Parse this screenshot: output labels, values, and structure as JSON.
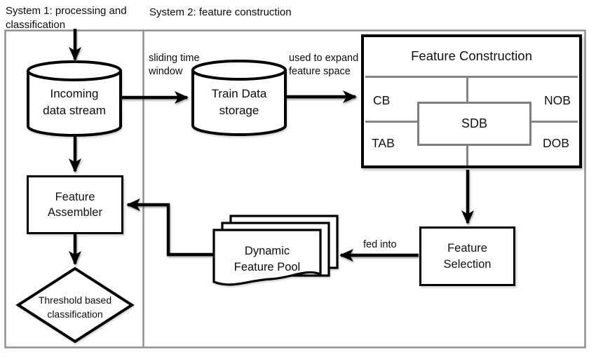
{
  "system_labels": {
    "system1": "System 1: processing and classification",
    "system2": "System 2: feature construction"
  },
  "nodes": {
    "incoming": "Incoming data stream",
    "train_storage": "Train Data storage",
    "feature_construction_title": "Feature Construction",
    "cb": "CB",
    "nob": "NOB",
    "tab": "TAB",
    "dob": "DOB",
    "sdb": "SDB",
    "feature_selection": "Feature Selection",
    "dynamic_feature_pool": "Dynamic Feature Pool",
    "feature_assembler": "Feature Assembler",
    "threshold": "Threshold based classification"
  },
  "edge_labels": {
    "sliding_time_window": "sliding time window",
    "used_to_expand": "used to expand feature space",
    "fed_into": "fed into"
  },
  "colors": {
    "line_black": "#000000",
    "frame_gray": "#8f8f8f",
    "grid_gray": "#848484",
    "background": "#ffffff",
    "text": "#111111"
  }
}
